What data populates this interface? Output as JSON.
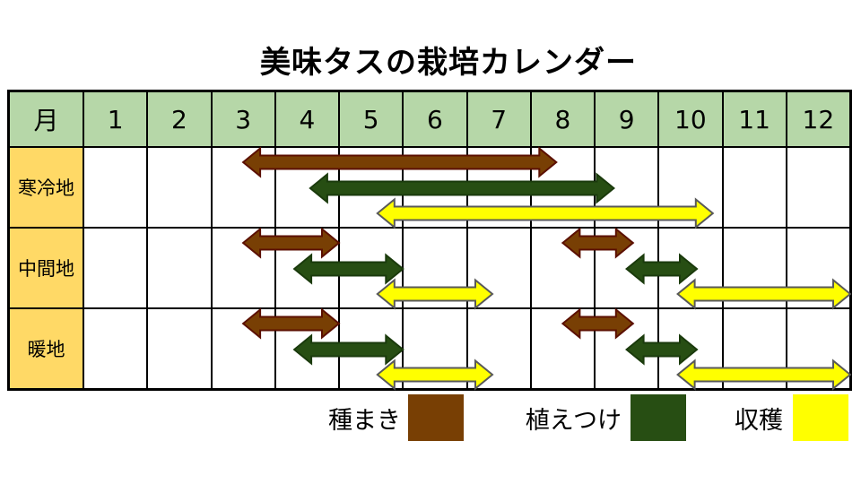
{
  "title": "美味タスの栽培カレンダー",
  "chart_data": {
    "type": "gantt",
    "title": "美味タスの栽培カレンダー",
    "unit": "month",
    "corner_header": "月",
    "month_labels": [
      "1",
      "2",
      "3",
      "4",
      "5",
      "6",
      "7",
      "8",
      "9",
      "10",
      "11",
      "12"
    ],
    "x_range": [
      1,
      13
    ],
    "tasks": [
      {
        "name": "種まき",
        "fill": "#783f04",
        "stroke": "#5b0f00"
      },
      {
        "name": "植えつけ",
        "fill": "#274e13",
        "stroke": "#1a3a0c"
      },
      {
        "name": "収穫",
        "fill": "#ffff00",
        "stroke": "#595959"
      }
    ],
    "rows": [
      {
        "label": "寒冷地",
        "bars": [
          {
            "task": "種まき",
            "start": 3.5,
            "end": 8.4
          },
          {
            "task": "植えつけ",
            "start": 4.55,
            "end": 9.3
          },
          {
            "task": "収穫",
            "start": 5.6,
            "end": 10.85
          }
        ]
      },
      {
        "label": "中間地",
        "bars": [
          {
            "task": "種まき",
            "start": 3.5,
            "end": 5.0
          },
          {
            "task": "種まき",
            "start": 8.5,
            "end": 9.6
          },
          {
            "task": "植えつけ",
            "start": 4.3,
            "end": 6.0
          },
          {
            "task": "植えつけ",
            "start": 9.5,
            "end": 10.6
          },
          {
            "task": "収穫",
            "start": 5.6,
            "end": 7.4
          },
          {
            "task": "収穫",
            "start": 10.3,
            "end": 13.0
          }
        ]
      },
      {
        "label": "暖地",
        "bars": [
          {
            "task": "種まき",
            "start": 3.5,
            "end": 5.0
          },
          {
            "task": "種まき",
            "start": 8.5,
            "end": 9.6
          },
          {
            "task": "植えつけ",
            "start": 4.3,
            "end": 6.0
          },
          {
            "task": "植えつけ",
            "start": 9.5,
            "end": 10.6
          },
          {
            "task": "収穫",
            "start": 5.6,
            "end": 7.4
          },
          {
            "task": "収穫",
            "start": 10.3,
            "end": 13.0
          }
        ]
      }
    ],
    "legend": [
      {
        "label": "種まき",
        "color": "#783f04"
      },
      {
        "label": "植えつけ",
        "color": "#274e13"
      },
      {
        "label": "収穫",
        "color": "#ffff00"
      }
    ],
    "colors": {
      "header_bg": "#b6d7a8",
      "row_label_bg": "#ffd966",
      "grid_line": "#000000",
      "background": "#ffffff"
    },
    "legend_layout": {
      "swatch_lefts": [
        455,
        703,
        884
      ],
      "label_right_edges": [
        447,
        693,
        873
      ]
    }
  }
}
